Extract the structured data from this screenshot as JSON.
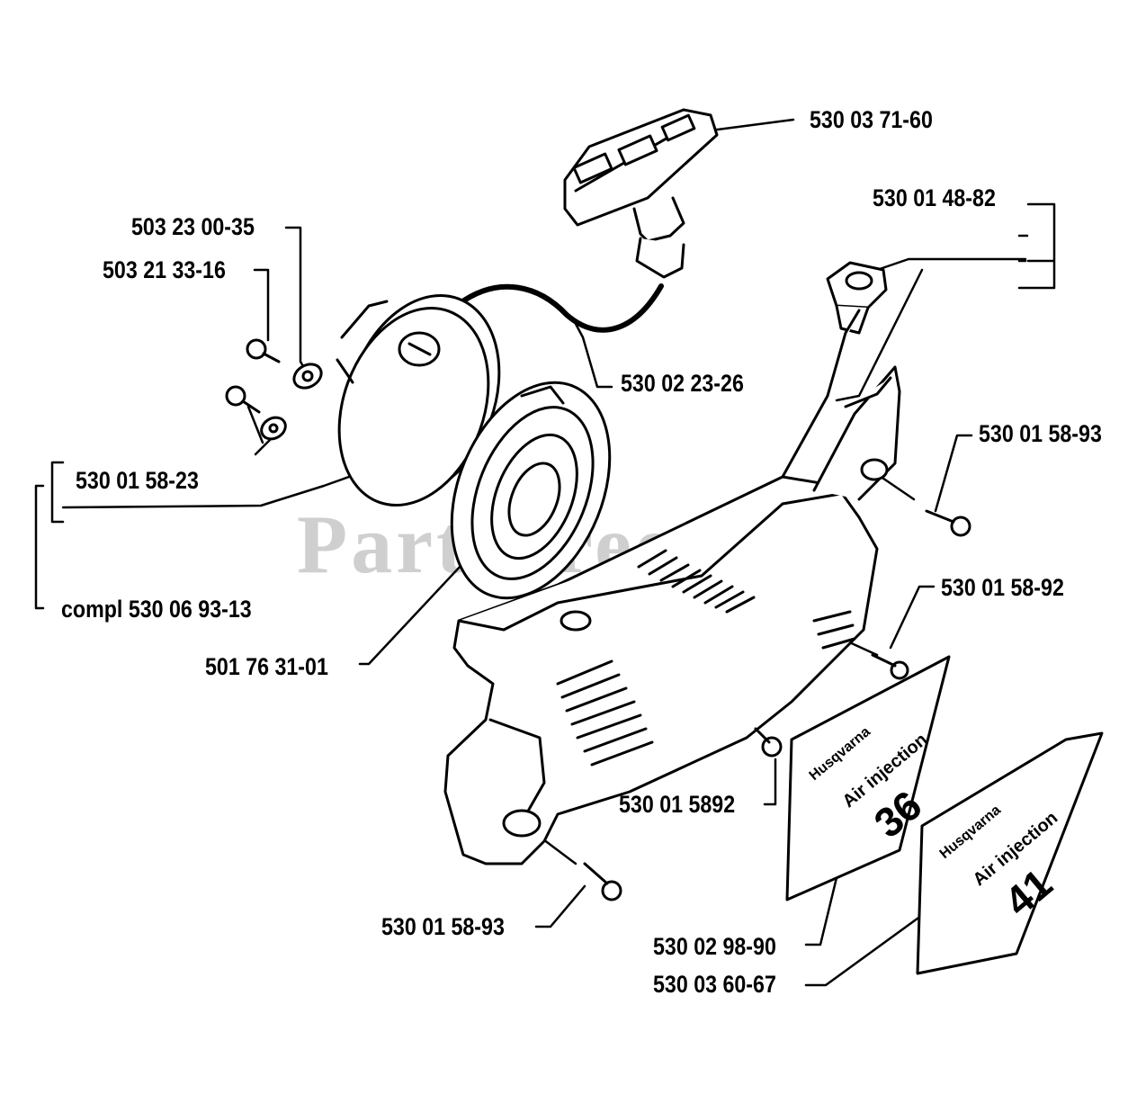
{
  "watermark": "PartsTree",
  "part_numbers": {
    "handle": "530 03 71-60",
    "handle_insert": "530 01 48-82",
    "washer": "503 23 00-35",
    "screw_small": "503 21 33-16",
    "rope": "530 02 23-26",
    "pulley": "530 01 58-23",
    "assembly": "compl 530 06 93-13",
    "screw_top_right": "530 01 58-93",
    "screw_right": "530 01 58-92",
    "spring": "501 76 31-01",
    "screw_center": "530 01 5892",
    "screw_bottom_left": "530 01 58-93",
    "decal_36": "530 02 98-90",
    "decal_41": "530 03 60-67"
  },
  "decals": {
    "decal_36": {
      "brand": "Husqvarna",
      "text": "Air injection",
      "model": "36"
    },
    "decal_41": {
      "brand": "Husqvarna",
      "text": "Air injection",
      "model": "41"
    }
  }
}
